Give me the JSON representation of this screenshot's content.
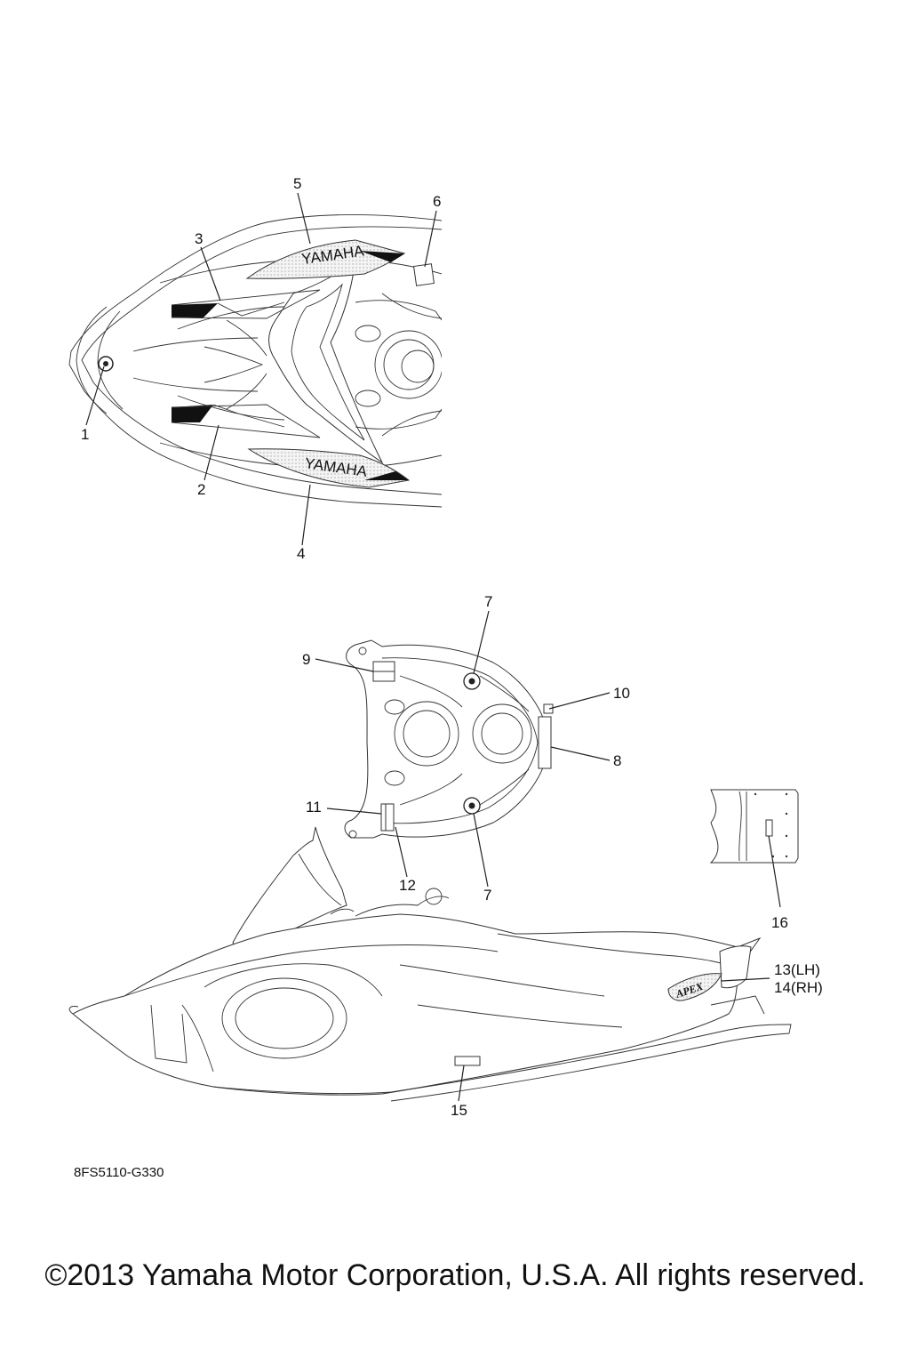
{
  "callouts": {
    "c1": "1",
    "c2": "2",
    "c3": "3",
    "c4": "4",
    "c5": "5",
    "c6": "6",
    "c7a": "7",
    "c7b": "7",
    "c8": "8",
    "c9": "9",
    "c10": "10",
    "c11": "11",
    "c12": "12",
    "c13": "13(LH)",
    "c14": "14(RH)",
    "c15": "15",
    "c16": "16"
  },
  "decal_text": {
    "yamaha_upper": "YAMAHA",
    "yamaha_lower": "YAMAHA",
    "apex": "APEX"
  },
  "diagram_code": "8FS5110-G330",
  "copyright": "©2013 Yamaha Motor Corporation, U.S.A. All rights reserved."
}
